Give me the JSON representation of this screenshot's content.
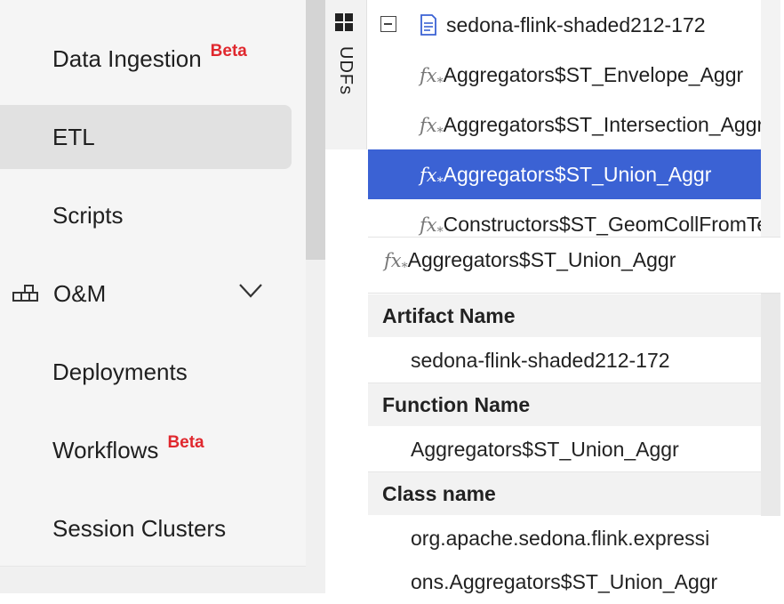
{
  "sidebar": {
    "items": [
      {
        "label": "Data Ingestion",
        "badge": "Beta"
      },
      {
        "label": "ETL"
      },
      {
        "label": "Scripts"
      },
      {
        "label": "O&M"
      },
      {
        "label": "Deployments"
      },
      {
        "label": "Workflows",
        "badge": "Beta"
      },
      {
        "label": "Session Clusters"
      }
    ],
    "selected": "ETL"
  },
  "tab_strip": {
    "udfs_label": "UDFs"
  },
  "tree": {
    "artifact": "sedona-flink-shaded212-172",
    "fx_symbol": "fx",
    "fx_subscript": "*",
    "functions": [
      "Aggregators$ST_Envelope_Aggr",
      "Aggregators$ST_Intersection_Aggr",
      "Aggregators$ST_Union_Aggr",
      "Constructors$ST_GeomCollFromText"
    ],
    "selected_function": "Aggregators$ST_Union_Aggr"
  },
  "details": {
    "title": "Aggregators$ST_Union_Aggr",
    "artifact_name_header": "Artifact Name",
    "artifact_name_value": "sedona-flink-shaded212-172",
    "function_name_header": "Function Name",
    "function_name_value": "Aggregators$ST_Union_Aggr",
    "class_name_header": "Class name",
    "class_name_line1": "org.apache.sedona.flink.expressi",
    "class_name_line2": "ons.Aggregators$ST_Union_Aggr"
  },
  "colors": {
    "selection": "#3b62d4",
    "beta": "#e0282e",
    "sidebar_bg": "#f5f5f5"
  }
}
